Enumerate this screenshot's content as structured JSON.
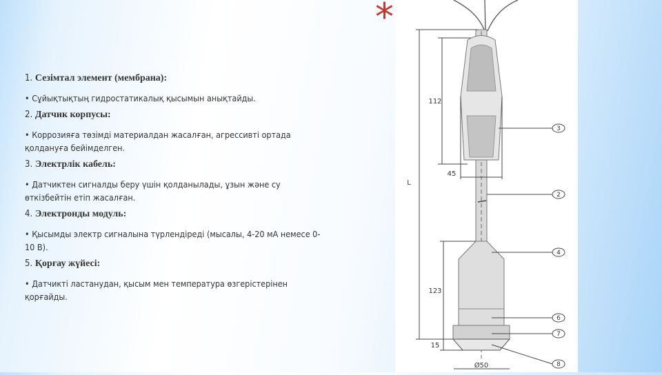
{
  "decoration": {
    "star": "*",
    "star_color": "#c0392b"
  },
  "sections": [
    {
      "num": "1.",
      "title": "Сезімтал элемент (мембрана):",
      "body": "• Сұйықтықтың гидростатикалық қысымын анықтайды."
    },
    {
      "num": "2.",
      "title": "Датчик корпусы:",
      "body": "• Коррозияға төзімді материалдан жасалған, агрессивті ортада қолдануға бейімделген."
    },
    {
      "num": "3.",
      "title": "Электрлік кабель:",
      "body": "• Датчиктен сигналды беру үшін қолданылады, ұзын және су өткізбейтін етіп жасалған."
    },
    {
      "num": "4.",
      "title": "Электронды модуль:",
      "body": "• Қысымды электр сигналына түрлендіреді (мысалы, 4-20 мА немесе 0-10 В)."
    },
    {
      "num": "5.",
      "title": "Қорғау жүйесі:",
      "body": "• Датчикті ластанудан, қысым мен температура өзгерістерінен қорғайды."
    }
  ],
  "figure": {
    "dimensions": {
      "total": "L",
      "upper": "112",
      "width_upper": "45",
      "lower": "123",
      "bottom": "15",
      "diameter": "Ø50"
    },
    "callouts": [
      "3",
      "2",
      "4",
      "6",
      "7",
      "8"
    ]
  }
}
